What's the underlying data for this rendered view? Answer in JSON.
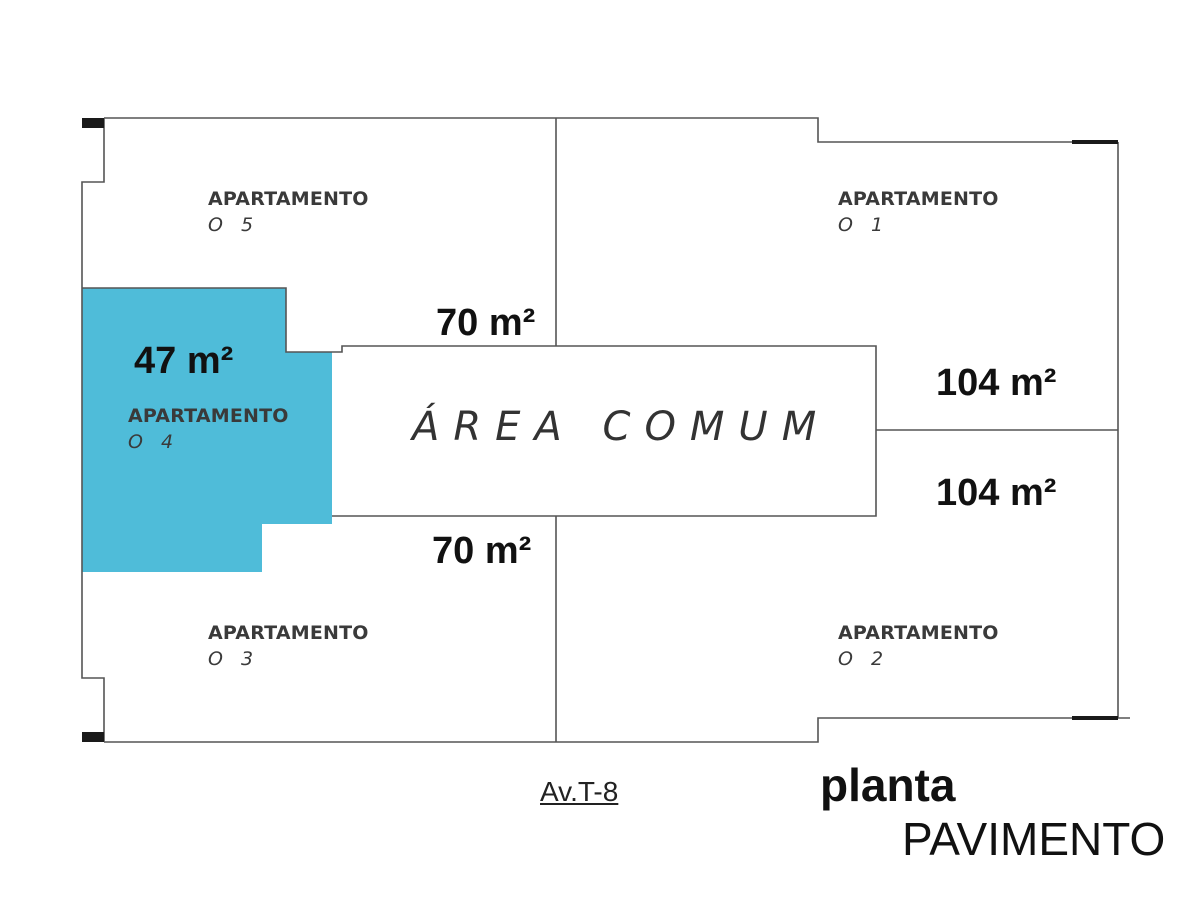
{
  "apartments": [
    {
      "title": "APARTAMENTO",
      "number": "O 5"
    },
    {
      "title": "APARTAMENTO",
      "number": "O 1"
    },
    {
      "title": "APARTAMENTO",
      "number": "O 4"
    },
    {
      "title": "APARTAMENTO",
      "number": "O 3"
    },
    {
      "title": "APARTAMENTO",
      "number": "O 2"
    }
  ],
  "areas": {
    "apt05": "70 m²",
    "apt04": "47 m²",
    "apt01": "104 m²",
    "apt02": "104 m²",
    "apt03": "70 m²"
  },
  "common_area": "ÁREA COMUM",
  "street": "Av.T-8",
  "caption": {
    "line1": "planta",
    "line2": "PAVIMENTO"
  },
  "colors": {
    "highlight": "#4fbcd9",
    "wall": "#555555",
    "wall_end": "#1a1a1a"
  }
}
